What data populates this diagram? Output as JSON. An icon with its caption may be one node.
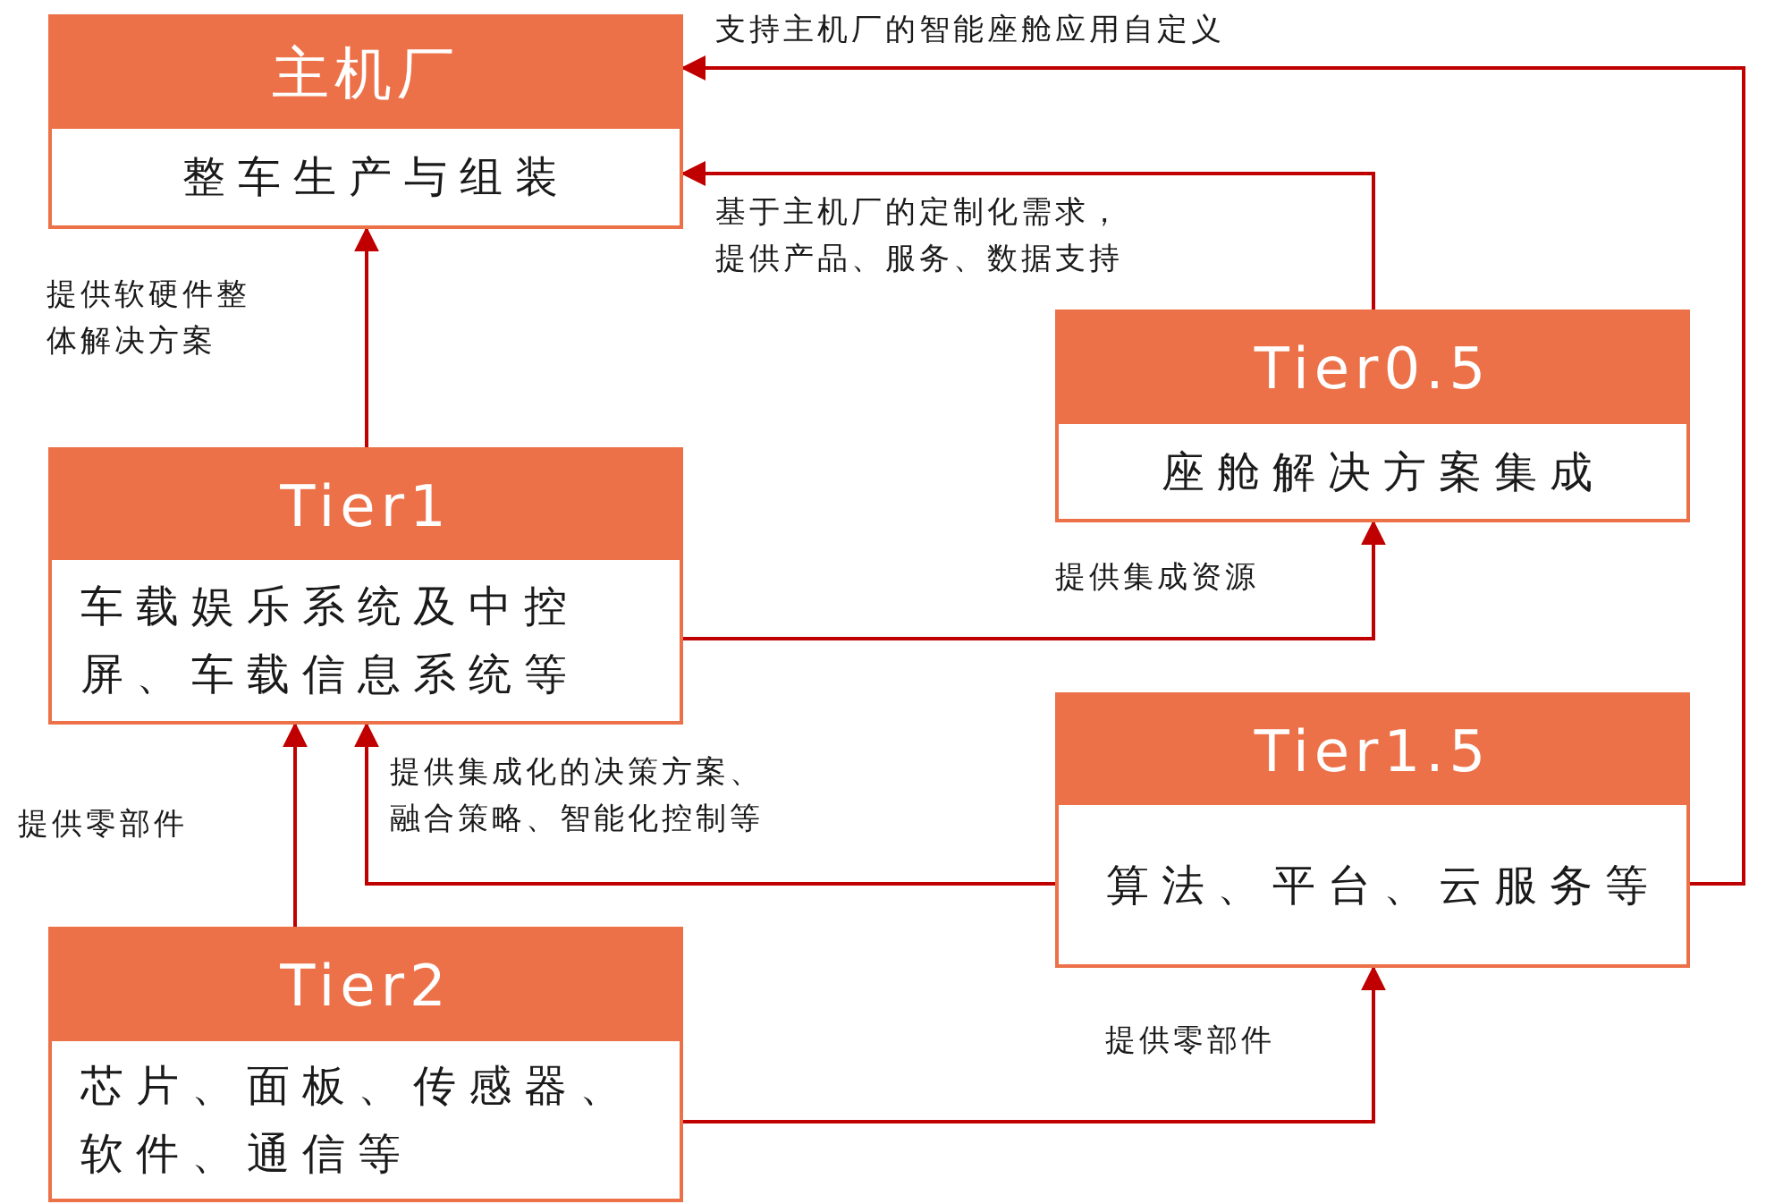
{
  "diagram": {
    "nodes": [
      {
        "text": [
          "主机厂",
          "整车生产与组装"
        ]
      },
      {
        "text": [
          "Tier0.5",
          "座舱解决方案集成"
        ]
      },
      {
        "text": [
          "Tier1",
          "车载娱乐系统及中控屏、车载信息系统等"
        ]
      },
      {
        "text": [
          "Tier1.5",
          "算法、平台、云服务等"
        ]
      },
      {
        "text": [
          "Tier2",
          "芯片、面板、传感器、软件、通信等"
        ]
      }
    ],
    "edges": [
      {
        "from": 2,
        "to": 0,
        "arrow": "to",
        "label": "提供软硬件整体解决方案"
      },
      {
        "from": 1,
        "to": 0,
        "arrow": "to",
        "label": "基于主机厂的定制化需求，提供产品、服务、数据支持"
      },
      {
        "from": 3,
        "to": 0,
        "arrow": "to",
        "label": "支持主机厂的智能座舱应用自定义"
      },
      {
        "from": 2,
        "to": 1,
        "arrow": "to",
        "label": "提供集成资源"
      },
      {
        "from": 3,
        "to": 2,
        "arrow": "to",
        "label": "提供集成化的决策方案、融合策略、智能化控制等"
      },
      {
        "from": 4,
        "to": 2,
        "arrow": "to",
        "label": "提供零部件"
      },
      {
        "from": 4,
        "to": 3,
        "arrow": "to",
        "label": "提供零部件"
      }
    ]
  }
}
